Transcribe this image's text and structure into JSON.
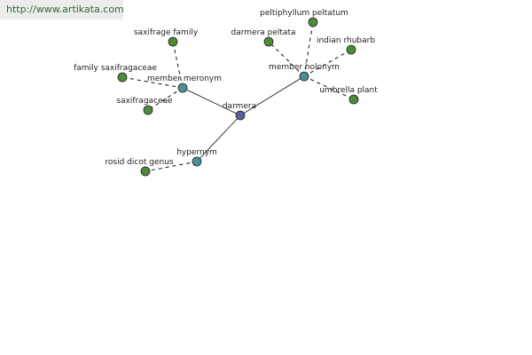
{
  "source": {
    "text": "http://www.artikata.com"
  },
  "colors": {
    "center": "#5b5f9b",
    "relation": "#4a9090",
    "leaf": "#4f8a3a",
    "edge": "#111111"
  },
  "nodes": {
    "center": {
      "label": "darmera",
      "kind": "center"
    },
    "member_meronym": {
      "label": "member meronym",
      "kind": "relation"
    },
    "member_holonym": {
      "label": "member holonym",
      "kind": "relation"
    },
    "hypernym": {
      "label": "hypernym",
      "kind": "relation"
    },
    "saxifrage_family": {
      "label": "saxifrage family",
      "kind": "leaf"
    },
    "family_saxifragaceae": {
      "label": "family saxifragaceae",
      "kind": "leaf"
    },
    "saxifragaceae": {
      "label": "saxifragaceae",
      "kind": "leaf"
    },
    "peltiphyllum_peltatum": {
      "label": "peltiphyllum peltatum",
      "kind": "leaf"
    },
    "darmera_peltata": {
      "label": "darmera peltata",
      "kind": "leaf"
    },
    "indian_rhubarb": {
      "label": "indian rhubarb",
      "kind": "leaf"
    },
    "umbrella_plant": {
      "label": "umbrella plant",
      "kind": "leaf"
    },
    "rosid_dicot_genus": {
      "label": "rosid dicot genus",
      "kind": "leaf"
    }
  },
  "edges": [
    {
      "from": "center",
      "to": "member_meronym",
      "style": "solid"
    },
    {
      "from": "center",
      "to": "member_holonym",
      "style": "solid"
    },
    {
      "from": "center",
      "to": "hypernym",
      "style": "solid"
    },
    {
      "from": "member_meronym",
      "to": "saxifrage_family",
      "style": "dashed"
    },
    {
      "from": "member_meronym",
      "to": "family_saxifragaceae",
      "style": "dashed"
    },
    {
      "from": "member_meronym",
      "to": "saxifragaceae",
      "style": "dashed"
    },
    {
      "from": "member_holonym",
      "to": "peltiphyllum_peltatum",
      "style": "dashed"
    },
    {
      "from": "member_holonym",
      "to": "darmera_peltata",
      "style": "dashed"
    },
    {
      "from": "member_holonym",
      "to": "indian_rhubarb",
      "style": "dashed"
    },
    {
      "from": "member_holonym",
      "to": "umbrella_plant",
      "style": "dashed"
    },
    {
      "from": "hypernym",
      "to": "rosid_dicot_genus",
      "style": "dashed"
    }
  ]
}
